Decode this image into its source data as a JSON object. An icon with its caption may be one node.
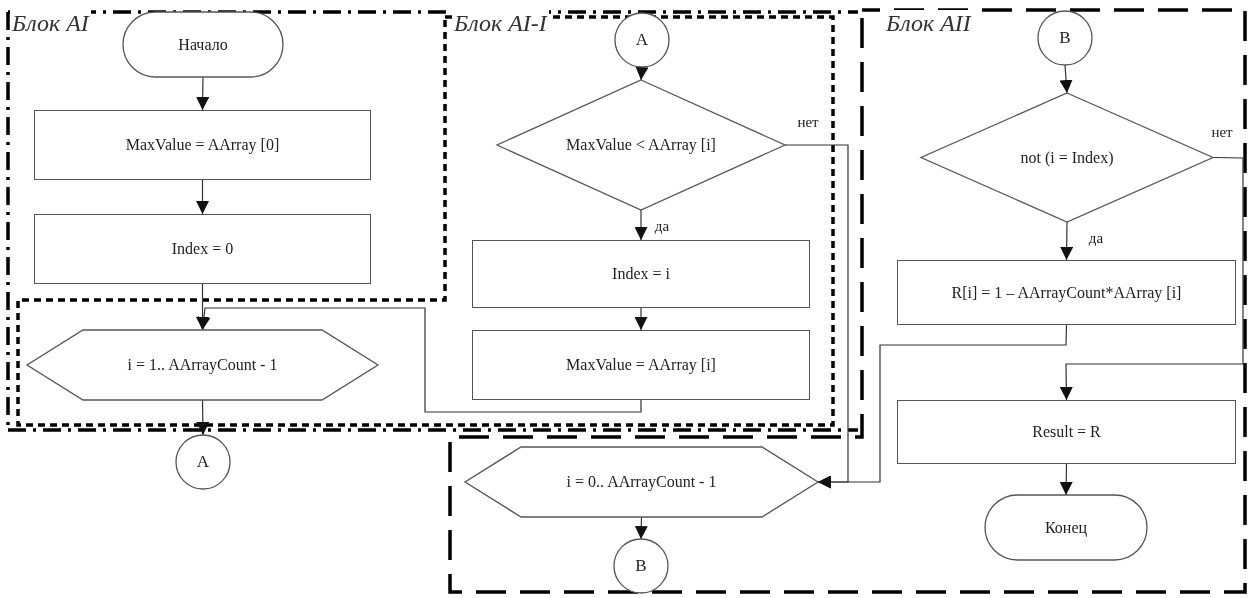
{
  "diagram": {
    "nodes": [
      {
        "text": [
          "Начало"
        ]
      },
      {
        "text": [
          "MaxValue = AArray [0]"
        ]
      },
      {
        "text": [
          "Index = 0"
        ]
      },
      {
        "text": [
          "i = 1.. AArrayCount - 1"
        ]
      },
      {
        "text": [
          "A"
        ]
      },
      {
        "text": [
          "A"
        ]
      },
      {
        "text": [
          "MaxValue < AArray [i]"
        ]
      },
      {
        "text": [
          "Index = i"
        ]
      },
      {
        "text": [
          "MaxValue = AArray [i]"
        ]
      },
      {
        "text": [
          "i = 0.. AArrayCount - 1"
        ]
      },
      {
        "text": [
          "B"
        ]
      },
      {
        "text": [
          "B"
        ]
      },
      {
        "text": [
          "not (i = Index)"
        ]
      },
      {
        "text": [
          "R[i] = 1 – AArrayCount*AArray [i]"
        ]
      },
      {
        "text": [
          "Result = R"
        ]
      },
      {
        "text": [
          "Конец"
        ]
      }
    ],
    "edges": [
      {
        "from": 0,
        "to": 1,
        "arrow": "to"
      },
      {
        "from": 1,
        "to": 2,
        "arrow": "to"
      },
      {
        "from": 2,
        "to": 3,
        "arrow": "to"
      },
      {
        "from": 3,
        "to": 4,
        "arrow": "to"
      },
      {
        "from": 5,
        "to": 6,
        "arrow": "to"
      },
      {
        "from": 6,
        "to": 7,
        "arrow": "to",
        "label": "да"
      },
      {
        "from": 7,
        "to": 8,
        "arrow": "to"
      },
      {
        "from": 8,
        "to": 3,
        "arrow": "to"
      },
      {
        "from": 6,
        "to": 9,
        "arrow": "to",
        "label": "нет"
      },
      {
        "from": 9,
        "to": 10,
        "arrow": "to"
      },
      {
        "from": 11,
        "to": 12,
        "arrow": "to"
      },
      {
        "from": 12,
        "to": 13,
        "arrow": "to",
        "label": "да"
      },
      {
        "from": 12,
        "to": 14,
        "arrow": "to",
        "label": "нет"
      },
      {
        "from": 13,
        "to": 9,
        "arrow": "to"
      },
      {
        "from": 14,
        "to": 15,
        "arrow": "to"
      }
    ],
    "labels": [
      "Блок AI",
      "Блок AI-I",
      "Блок AII"
    ]
  }
}
